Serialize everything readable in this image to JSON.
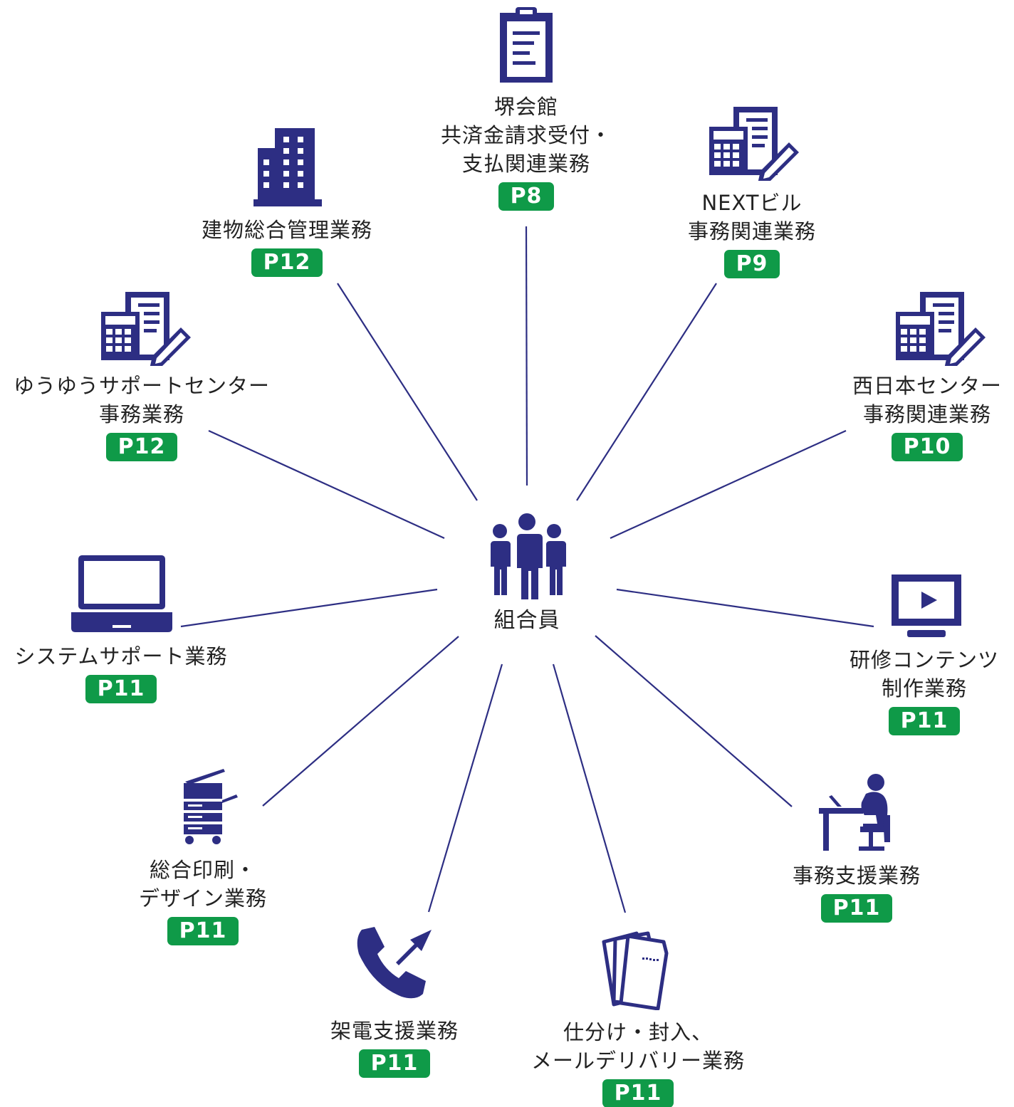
{
  "colors": {
    "icon": "#2d2e83",
    "line": "#2d2e83",
    "badge": "#0f9a48",
    "text": "#222222"
  },
  "center": {
    "label": "組合員",
    "icon": "people-group-icon"
  },
  "nodes": [
    {
      "id": "sakai",
      "icon": "clipboard-icon",
      "label_lines": [
        "堺会館",
        "共済金請求受付・",
        "支払関連業務"
      ],
      "badge": "P8"
    },
    {
      "id": "next",
      "icon": "calculator-document-icon",
      "label_lines": [
        "NEXTビル",
        "事務関連業務"
      ],
      "badge": "P9"
    },
    {
      "id": "nishi",
      "icon": "calculator-document-icon",
      "label_lines": [
        "西日本センター",
        "事務関連業務"
      ],
      "badge": "P10"
    },
    {
      "id": "kenshu",
      "icon": "video-monitor-icon",
      "label_lines": [
        "研修コンテンツ",
        "制作業務"
      ],
      "badge": "P11"
    },
    {
      "id": "jimushien",
      "icon": "desk-worker-icon",
      "label_lines": [
        "事務支援業務"
      ],
      "badge": "P11"
    },
    {
      "id": "shiwake",
      "icon": "envelopes-icon",
      "label_lines": [
        "仕分け・封入、",
        "メールデリバリー業務"
      ],
      "badge": "P11"
    },
    {
      "id": "kaden",
      "icon": "phone-outgoing-icon",
      "label_lines": [
        "架電支援業務"
      ],
      "badge": "P11"
    },
    {
      "id": "insatsu",
      "icon": "copier-icon",
      "label_lines": [
        "総合印刷・",
        "デザイン業務"
      ],
      "badge": "P11"
    },
    {
      "id": "system",
      "icon": "laptop-icon",
      "label_lines": [
        "システムサポート業務"
      ],
      "badge": "P11"
    },
    {
      "id": "yuyu",
      "icon": "calculator-document-icon",
      "label_lines": [
        "ゆうゆうサポートセンター",
        "事務業務"
      ],
      "badge": "P12"
    },
    {
      "id": "tatemono",
      "icon": "building-icon",
      "label_lines": [
        "建物総合管理業務"
      ],
      "badge": "P12"
    }
  ]
}
